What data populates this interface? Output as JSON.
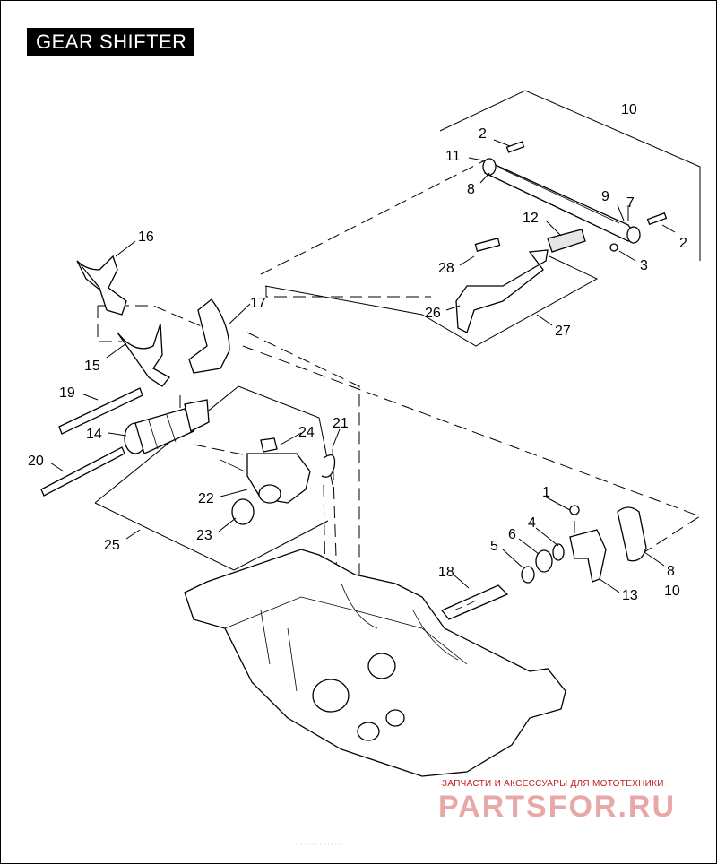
{
  "title": "GEAR SHIFTER",
  "callouts": [
    {
      "id": "c1",
      "label": "1"
    },
    {
      "id": "c2a",
      "label": "2"
    },
    {
      "id": "c2b",
      "label": "2"
    },
    {
      "id": "c3",
      "label": "3"
    },
    {
      "id": "c4",
      "label": "4"
    },
    {
      "id": "c5",
      "label": "5"
    },
    {
      "id": "c6",
      "label": "6"
    },
    {
      "id": "c7",
      "label": "7"
    },
    {
      "id": "c8a",
      "label": "8"
    },
    {
      "id": "c8b",
      "label": "8"
    },
    {
      "id": "c9",
      "label": "9"
    },
    {
      "id": "c10a",
      "label": "10"
    },
    {
      "id": "c10b",
      "label": "10"
    },
    {
      "id": "c11",
      "label": "11"
    },
    {
      "id": "c12",
      "label": "12"
    },
    {
      "id": "c13",
      "label": "13"
    },
    {
      "id": "c14",
      "label": "14"
    },
    {
      "id": "c15",
      "label": "15"
    },
    {
      "id": "c16",
      "label": "16"
    },
    {
      "id": "c17",
      "label": "17"
    },
    {
      "id": "c18",
      "label": "18"
    },
    {
      "id": "c19",
      "label": "19"
    },
    {
      "id": "c20",
      "label": "20"
    },
    {
      "id": "c21",
      "label": "21"
    },
    {
      "id": "c22",
      "label": "22"
    },
    {
      "id": "c23",
      "label": "23"
    },
    {
      "id": "c24",
      "label": "24"
    },
    {
      "id": "c25",
      "label": "25"
    },
    {
      "id": "c26",
      "label": "26"
    },
    {
      "id": "c27",
      "label": "27"
    },
    {
      "id": "c28",
      "label": "28"
    }
  ],
  "watermark": {
    "caption": "ЗАПЧАСТИ И АКСЕССУАРЫ ДЛЯ МОТОТЕХНИКИ",
    "logo": "PARTSFOR.RU"
  },
  "footer": "· · · · · · · · · · · ·"
}
